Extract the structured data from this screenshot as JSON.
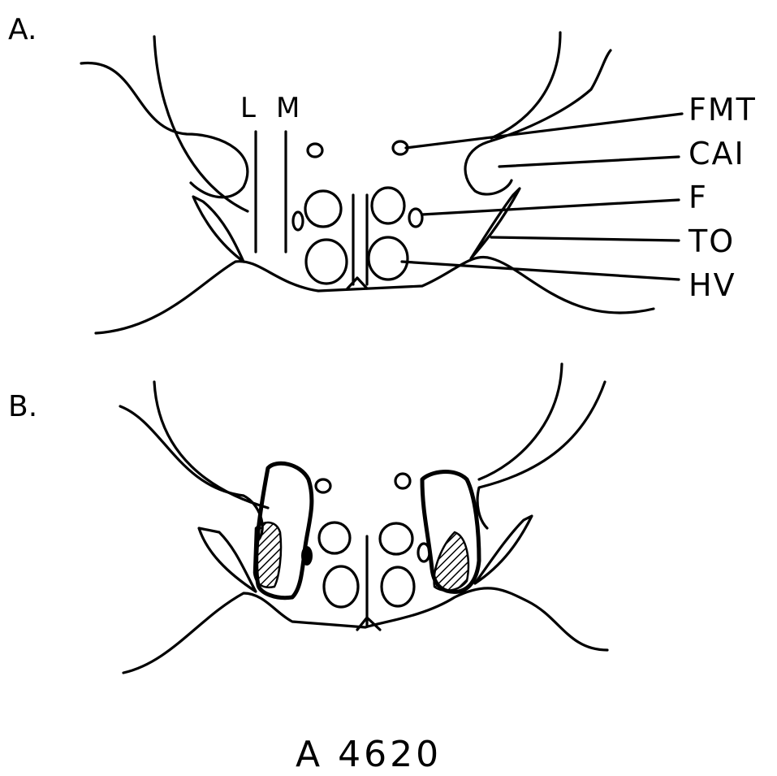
{
  "panel_a": {
    "label": "A.",
    "midline_marks": {
      "lateral": "L",
      "medial": "M"
    },
    "labels": [
      "FMT",
      "CAI",
      "F",
      "TO",
      "HV"
    ]
  },
  "panel_b": {
    "label": "B."
  },
  "figure_code": "A 4620"
}
